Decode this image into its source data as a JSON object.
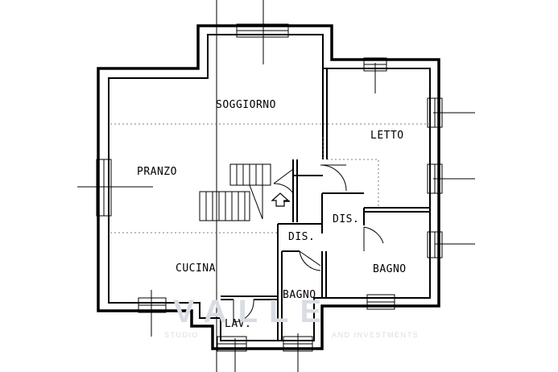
{
  "rooms": {
    "soggiorno": "SOGGIORNO",
    "letto": "LETTO",
    "pranzo": "PRANZO",
    "dis_upper": "DIS.",
    "dis_lower": "DIS.",
    "cucina": "CUCINA",
    "bagno_right": "BAGNO",
    "bagno_center": "BAGNO",
    "lav": "LAV."
  },
  "watermark": {
    "brand": "VALLE",
    "tagline_left": "STUDIO",
    "tagline_right": "AND INVESTMENTS"
  }
}
